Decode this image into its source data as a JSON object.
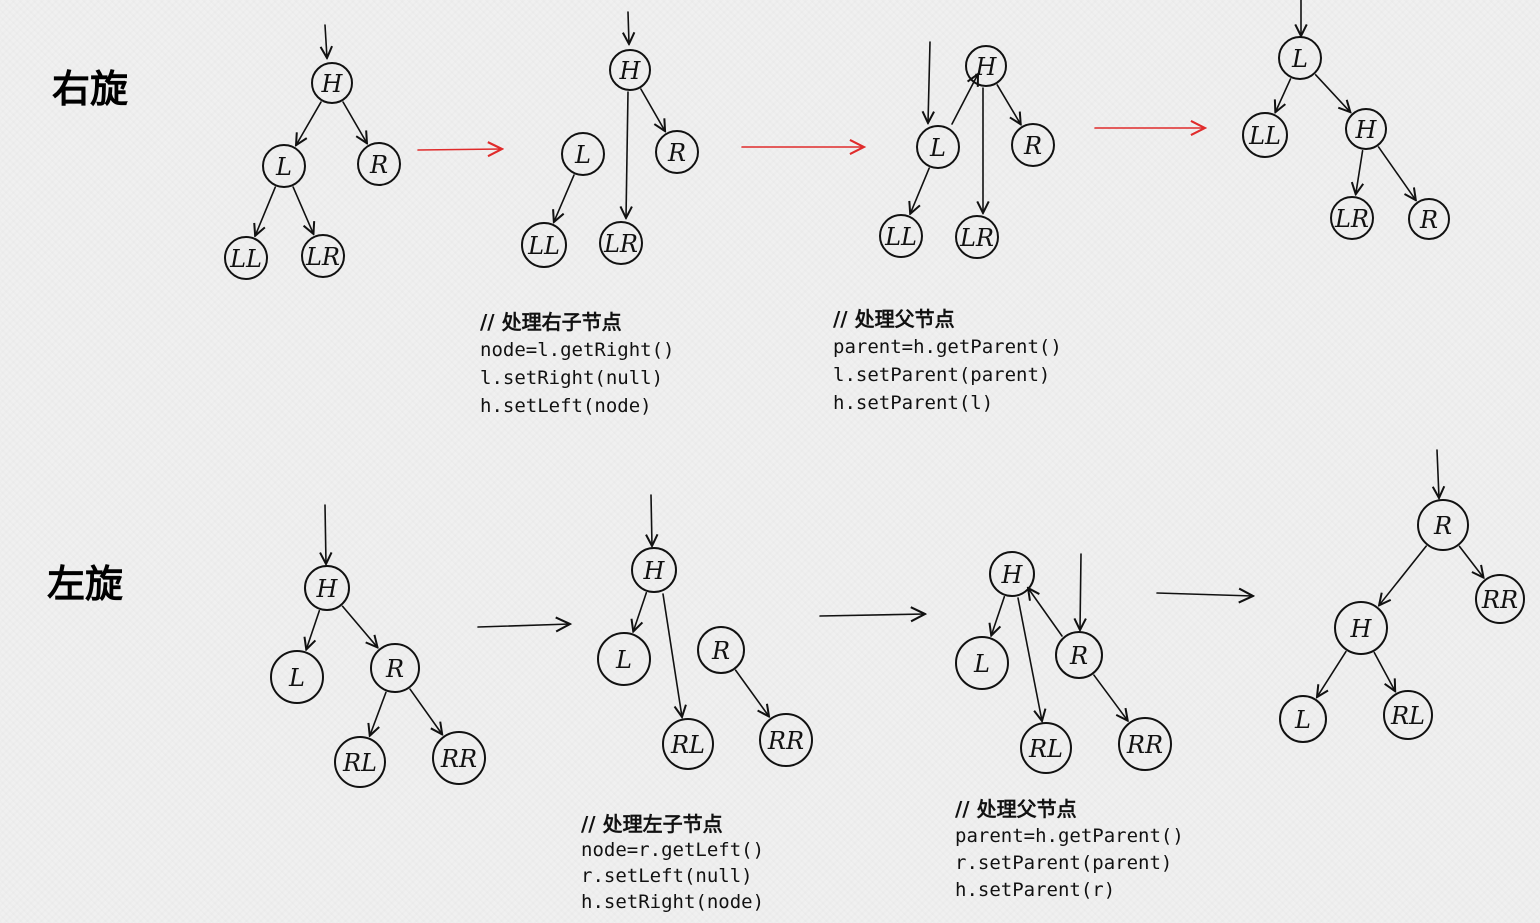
{
  "colors": {
    "background": "#f0f0f0",
    "ink": "#111111",
    "step_arrow_red": "#e02b2b",
    "step_arrow_dark": "#111111"
  },
  "sections": [
    {
      "id": "right",
      "title": "右旋",
      "step_arrow_color": "red",
      "stages": [
        {
          "nodes": [
            {
              "label": "H",
              "r": 20
            },
            {
              "label": "L",
              "r": 21
            },
            {
              "label": "R",
              "r": 21
            },
            {
              "label": "LL",
              "r": 21
            },
            {
              "label": "LR",
              "r": 21
            }
          ]
        },
        {
          "nodes": [
            {
              "label": "H",
              "r": 20
            },
            {
              "label": "L",
              "r": 21
            },
            {
              "label": "R",
              "r": 21
            },
            {
              "label": "LL",
              "r": 22
            },
            {
              "label": "LR",
              "r": 21
            }
          ]
        },
        {
          "nodes": [
            {
              "label": "H",
              "r": 20
            },
            {
              "label": "L",
              "r": 21
            },
            {
              "label": "R",
              "r": 21
            },
            {
              "label": "LL",
              "r": 21
            },
            {
              "label": "LR",
              "r": 21
            }
          ]
        },
        {
          "nodes": [
            {
              "label": "L",
              "r": 21
            },
            {
              "label": "LL",
              "r": 22
            },
            {
              "label": "H",
              "r": 20
            },
            {
              "label": "LR",
              "r": 21
            },
            {
              "label": "R",
              "r": 20
            }
          ]
        }
      ],
      "code_blocks": [
        {
          "comment": "// 处理右子节点",
          "lines": [
            "node=l.getRight()",
            "l.setRight(null)",
            "h.setLeft(node)"
          ]
        },
        {
          "comment": "// 处理父节点",
          "lines": [
            "parent=h.getParent()",
            "l.setParent(parent)",
            "h.setParent(l)"
          ]
        }
      ]
    },
    {
      "id": "left",
      "title": "左旋",
      "step_arrow_color": "dark",
      "stages": [
        {
          "nodes": [
            {
              "label": "H",
              "r": 22
            },
            {
              "label": "L",
              "r": 26
            },
            {
              "label": "R",
              "r": 24
            },
            {
              "label": "RL",
              "r": 25
            },
            {
              "label": "RR",
              "r": 26
            }
          ]
        },
        {
          "nodes": [
            {
              "label": "H",
              "r": 22
            },
            {
              "label": "L",
              "r": 26
            },
            {
              "label": "R",
              "r": 23
            },
            {
              "label": "RL",
              "r": 25
            },
            {
              "label": "RR",
              "r": 26
            }
          ]
        },
        {
          "nodes": [
            {
              "label": "H",
              "r": 22
            },
            {
              "label": "L",
              "r": 26
            },
            {
              "label": "R",
              "r": 23
            },
            {
              "label": "RL",
              "r": 25
            },
            {
              "label": "RR",
              "r": 26
            }
          ]
        },
        {
          "nodes": [
            {
              "label": "R",
              "r": 25
            },
            {
              "label": "RR",
              "r": 24
            },
            {
              "label": "H",
              "r": 26
            },
            {
              "label": "L",
              "r": 23
            },
            {
              "label": "RL",
              "r": 24
            }
          ]
        }
      ],
      "code_blocks": [
        {
          "comment": "// 处理左子节点",
          "lines": [
            "node=r.getLeft()",
            "r.setLeft(null)",
            "h.setRight(node)"
          ]
        },
        {
          "comment": "// 处理父节点",
          "lines": [
            "parent=h.getParent()",
            "r.setParent(parent)",
            "h.setParent(r)"
          ]
        }
      ]
    }
  ]
}
